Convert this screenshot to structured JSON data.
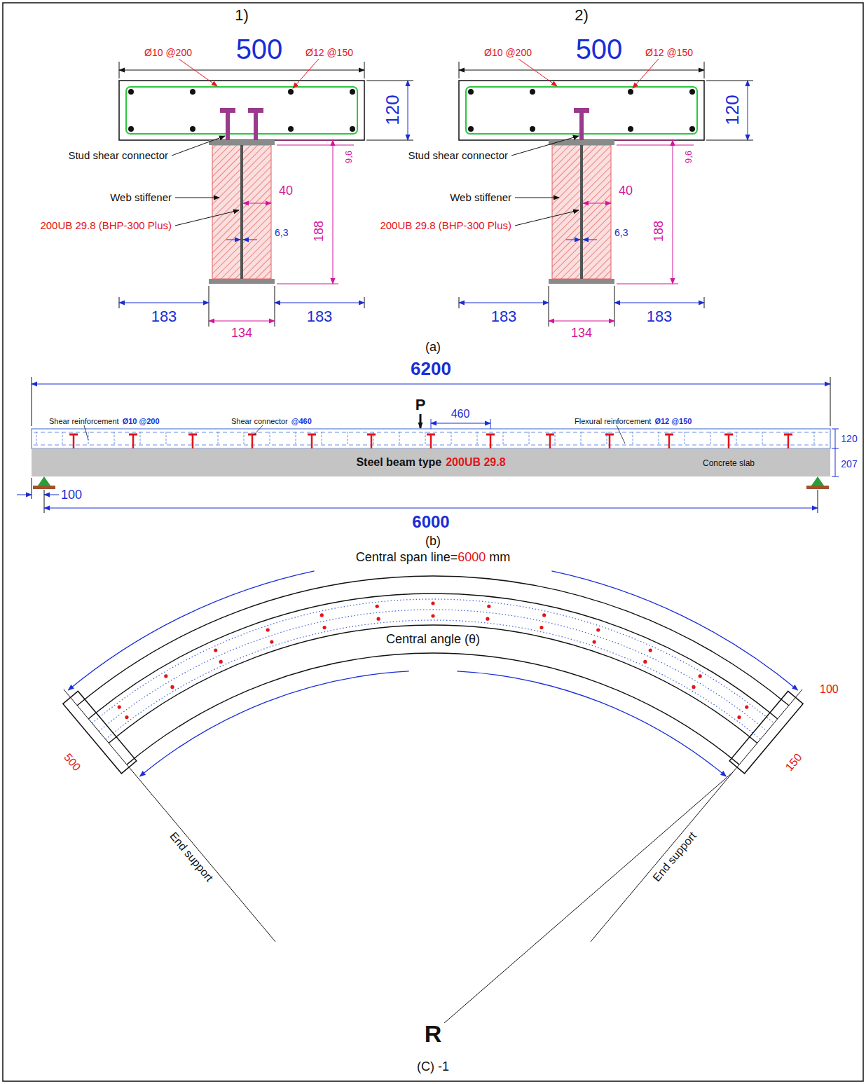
{
  "diagram": {
    "nodes": [
      {
        "text": [
          "Steel beam type",
          "200UB 29.8"
        ]
      }
    ],
    "labels": [
      "1)",
      "500",
      "Ø10 @200",
      "Ø12 @150",
      "120",
      "Stud shear connector",
      "Web stiffener",
      "40",
      "188",
      "9,6",
      "200UB 29.8 (BHP-300 Plus)",
      "6,3",
      "183",
      "134",
      "183",
      "2)",
      "500",
      "Ø10 @200",
      "Ø12 @150",
      "120",
      "Stud shear connector",
      "Web stiffener",
      "40",
      "188",
      "9,6",
      "200UB 29.8 (BHP-300 Plus)",
      "6,3",
      "183",
      "134",
      "183",
      "(a)",
      "6200",
      "P",
      "460",
      "Shear reinforcement",
      "Ø10 @200",
      "Shear connector",
      "@460",
      "Flexural reinforcement",
      "Ø12 @150",
      "Concrete slab",
      "120",
      "207",
      "100",
      "6000",
      "(b)",
      "Central span line=",
      "6000",
      "mm",
      "500",
      "100",
      "150",
      "Central angle (θ)",
      "End support",
      "End support",
      "R",
      "(C) -1"
    ]
  }
}
